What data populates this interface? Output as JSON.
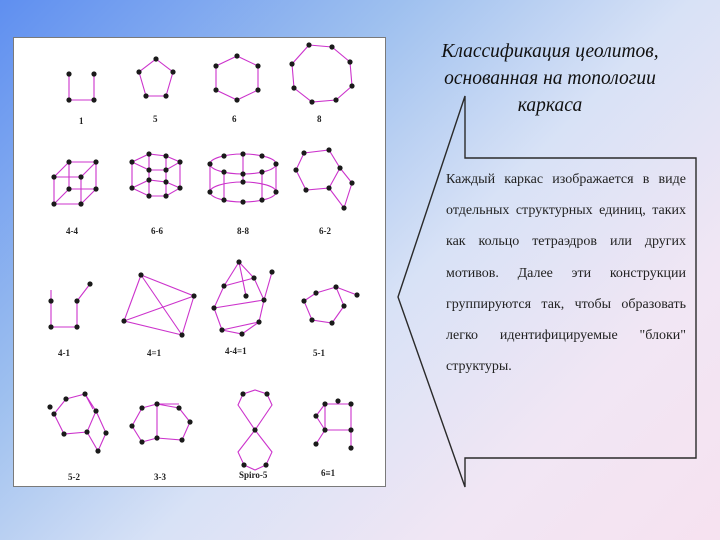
{
  "title_lines": [
    "Классификация цеолитов,",
    "основанная на топологии",
    "каркаса"
  ],
  "body_text": "Каждый каркас изображается в виде отдельных структурных единиц, таких как кольцо тетраэдров или других мотивов. Далее эти конструкции группируются так, чтобы образовать легко идентифицируемые \"блоки\" структуры.",
  "figure_labels": [
    "1",
    "5",
    "6",
    "8",
    "4-4",
    "6-6",
    "8-8",
    "6-2",
    "4-1",
    "4=1",
    "4-4=1",
    "5-1",
    "5-2",
    "3-3",
    "Spiro-5",
    "6≡1"
  ],
  "colors": {
    "edge": "#cc33cc",
    "node": "#1a1a1a",
    "callout_border": "#2a2a2a"
  }
}
